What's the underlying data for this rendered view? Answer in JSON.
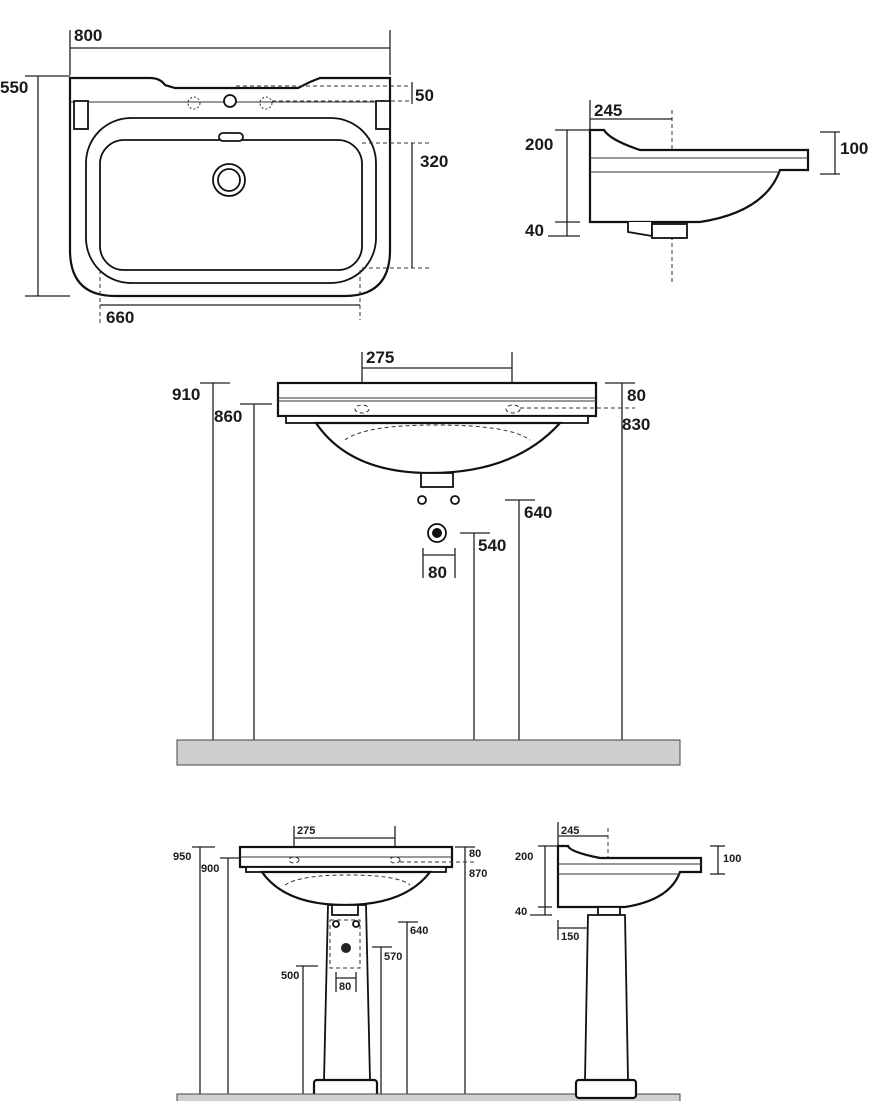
{
  "top_view": {
    "width": "800",
    "depth": "550",
    "tap_offset": "50",
    "bowl_depth": "320",
    "inner_width": "660"
  },
  "side_view_top": {
    "rear_depth": "245",
    "height": "200",
    "rim": "100",
    "drain": "40"
  },
  "front_view_wall": {
    "tap_spacing": "275",
    "height_top": "910",
    "height_rim": "860",
    "rim_thickness": "80",
    "rim_height": "830",
    "supply_height": "640",
    "waste_height": "540",
    "waste_width": "80"
  },
  "front_view_pedestal": {
    "tap_spacing": "275",
    "height_top": "950",
    "height_rim": "900",
    "rim_thickness": "80",
    "rim_height": "870",
    "supply_height": "640",
    "waste_height": "570",
    "pedestal_height": "500",
    "waste_width": "80"
  },
  "side_view_pedestal": {
    "rear_depth": "245",
    "height": "200",
    "rim": "100",
    "drain": "40",
    "pedestal_offset": "150"
  },
  "colors": {
    "line": "#222222",
    "floor": "#cfcfcf"
  }
}
